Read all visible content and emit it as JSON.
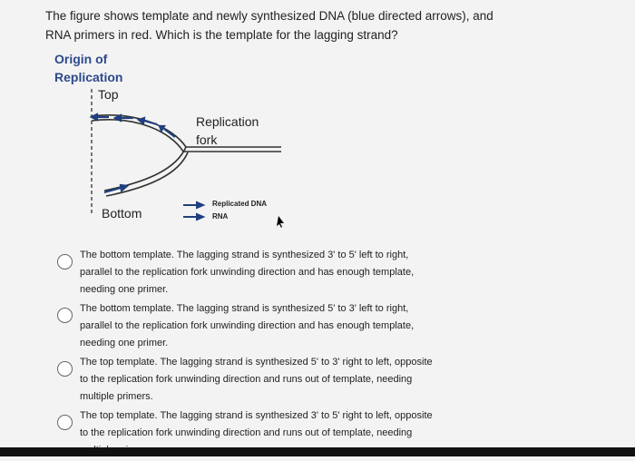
{
  "question": {
    "line1": "The figure shows template and newly synthesized DNA (blue directed arrows), and",
    "line2": "RNA primers in red. Which is the template for the lagging strand?"
  },
  "diagram": {
    "origin_line1": "Origin of",
    "origin_line2": "Replication",
    "top_label": "Top",
    "fork_line1": "Replication",
    "fork_line2": "fork",
    "bottom_label": "Bottom",
    "legend_dna": "Replicated DNA",
    "legend_rna": "RNA"
  },
  "options": [
    {
      "line1": "The bottom template. The lagging strand is synthesized 3' to 5' left to right,",
      "line2": "parallel to the replication fork unwinding direction and has enough template,",
      "line3": "needing one primer."
    },
    {
      "line1": "The bottom template. The lagging strand is synthesized 5' to 3' left to right,",
      "line2": "parallel to the replication fork unwinding direction and has enough template,",
      "line3": "needing one primer."
    },
    {
      "line1": "The top template. The lagging strand is synthesized 5' to 3' right to left, opposite",
      "line2": "to the replication fork unwinding direction and runs out of template, needing",
      "line3": "multiple primers."
    },
    {
      "line1": "The top template. The lagging strand is synthesized 3' to 5' right to left, opposite",
      "line2": "to the replication fork unwinding direction and runs out of template, needing",
      "line3": "multiple primers."
    }
  ]
}
